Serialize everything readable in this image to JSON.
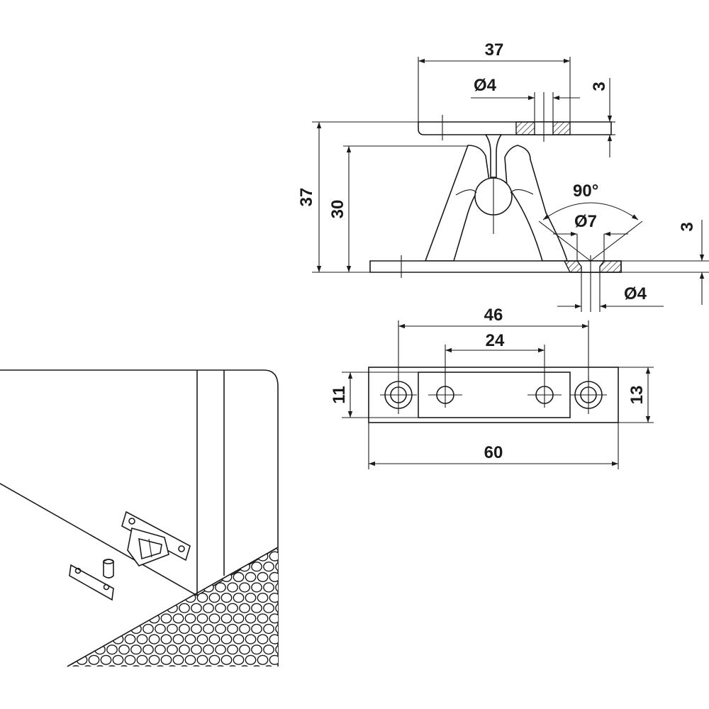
{
  "side_view": {
    "top_width": "37",
    "top_hole": "Ø4",
    "top_thickness": "3",
    "total_height": "37",
    "base_height": "30",
    "angle": "90°",
    "countersink": "Ø7",
    "base_thickness": "3",
    "base_hole": "Ø4"
  },
  "top_view": {
    "outer_holes": "46",
    "inner_holes": "24",
    "inner_width": "11",
    "outer_width": "13",
    "length": "60"
  }
}
